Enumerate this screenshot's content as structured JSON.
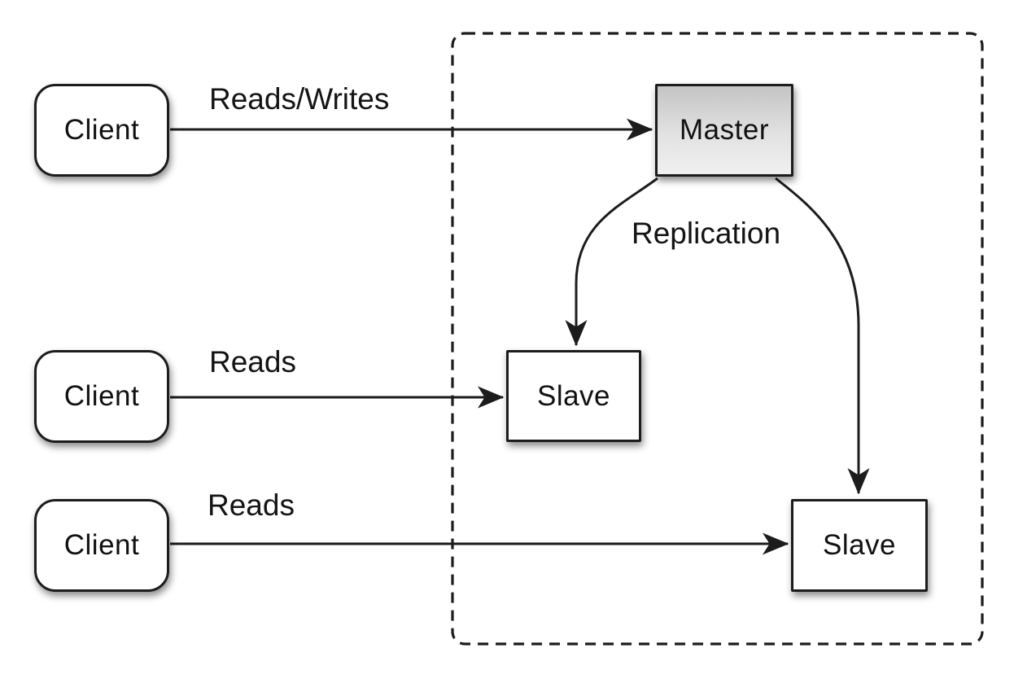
{
  "colors": {
    "background": "#ffffff",
    "stroke": "#1c1c1c",
    "text": "#141414",
    "node_fill": "#ffffff",
    "master_gradient_top": "#c4c4c4",
    "master_gradient_bottom": "#f0f0f0"
  },
  "nodes": {
    "client1": {
      "label": "Client"
    },
    "client2": {
      "label": "Client"
    },
    "client3": {
      "label": "Client"
    },
    "master": {
      "label": "Master"
    },
    "slave1": {
      "label": "Slave"
    },
    "slave2": {
      "label": "Slave"
    }
  },
  "edges": {
    "client1_master": {
      "label": "Reads/Writes"
    },
    "client2_slave1": {
      "label": "Reads"
    },
    "client3_slave2": {
      "label": "Reads"
    },
    "master_slave1": {
      "label": "Replication"
    },
    "master_slave2": {
      "label": ""
    }
  }
}
